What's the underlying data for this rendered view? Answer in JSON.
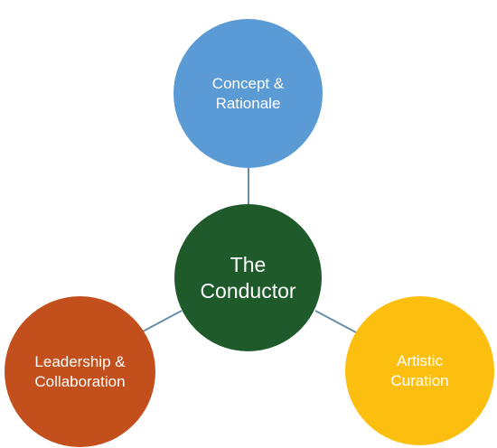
{
  "nodes": {
    "concept": {
      "label": "Concept &\nRationale",
      "color": "#5b9bd5"
    },
    "conductor": {
      "label": "The\nConductor",
      "color": "#1e5a2a"
    },
    "leadership": {
      "label": "Leadership &\nCollaboration",
      "color": "#c24f1c"
    },
    "curation": {
      "label": "Artistic\nCuration",
      "color": "#fdbf0f"
    }
  },
  "connector_color": "#6b8ea8"
}
